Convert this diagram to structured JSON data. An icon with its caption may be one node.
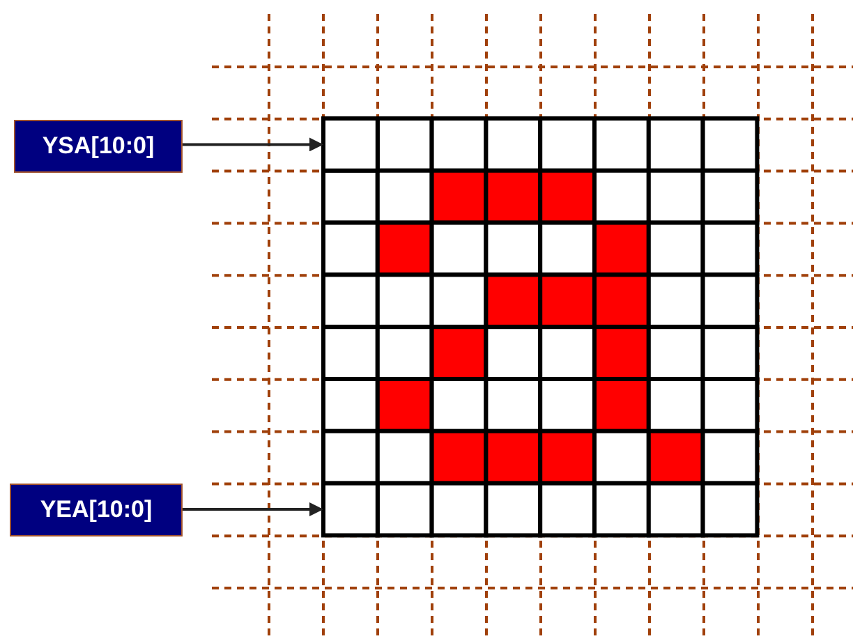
{
  "diagram": {
    "nodes": [
      {
        "text": [
          "YSA[10:0]"
        ]
      },
      {
        "text": [
          "YEA[10:0]"
        ]
      },
      {
        "text": [],
        "shape": "box"
      },
      {
        "text": [],
        "shape": "box"
      }
    ],
    "edges": [
      {
        "from": 0,
        "to": 2,
        "arrow": "to"
      },
      {
        "from": 1,
        "to": 3,
        "arrow": "to"
      }
    ]
  }
}
